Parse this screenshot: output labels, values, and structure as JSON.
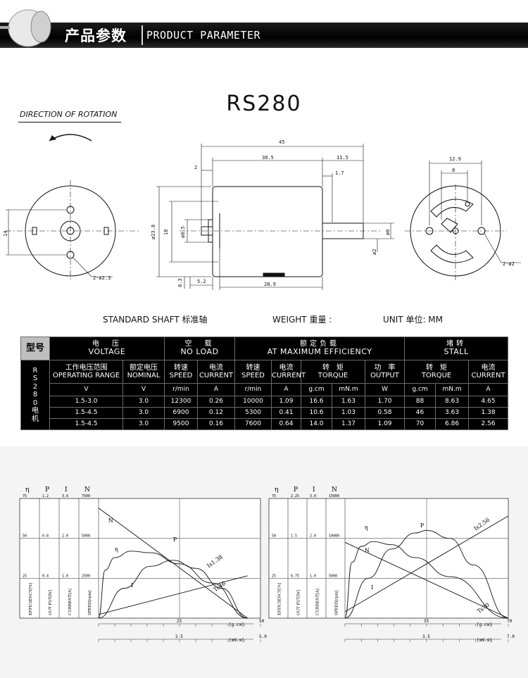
{
  "header": {
    "title_cn": "产品参数",
    "title_en": "PRODUCT PARAMETER"
  },
  "model": "RS280",
  "drawing": {
    "direction_label": "DIRECTION OF ROTATION",
    "dims": {
      "d45": "45",
      "d30_5": "30.5",
      "d11_5": "11.5",
      "d1_7": "1.7",
      "d2": "2",
      "d23_8": "ø23.8",
      "d18": "18",
      "d8_5": "ø8.5",
      "d6": "ø6",
      "d2b": "ø2",
      "d0_3": "0.3",
      "d5_2": "5.2",
      "d28_9": "28.9",
      "d14": "14",
      "d2_3": "2-ø2.3",
      "d12_9": "12.9",
      "d8": "8",
      "d2c": "2-ø2"
    }
  },
  "info": {
    "shaft": "STANDARD SHAFT 标准轴",
    "weight": "WEIGHT 重量 :",
    "unit": "UNIT 单位: MM"
  },
  "table": {
    "model_label": "型号",
    "model_vert": [
      "R",
      "S",
      "2",
      "8",
      "0",
      "电",
      "机"
    ],
    "groups": [
      {
        "cn": "电　压",
        "en": "VOLTAGE"
      },
      {
        "cn": "空　载",
        "en": "NO LOAD"
      },
      {
        "cn": "额定负载",
        "en": "AT MAXIMUM EFFICIENCY"
      },
      {
        "cn": "堵转",
        "en": "STALL"
      }
    ],
    "sub": [
      {
        "cn": "工作电压范围",
        "en": "OPERATING RANGE"
      },
      {
        "cn": "额定电压",
        "en": "NOMINAL"
      },
      {
        "cn": "转速",
        "en": "SPEED"
      },
      {
        "cn": "电流",
        "en": "CURRENT"
      },
      {
        "cn": "转速",
        "en": "SPEED"
      },
      {
        "cn": "电流",
        "en": "CURRENT"
      },
      {
        "cn": "转　矩",
        "en": "TORQUE"
      },
      {
        "cn": "功　率",
        "en": "OUTPUT"
      },
      {
        "cn": "转　矩",
        "en": "TORQUE"
      },
      {
        "cn": "电流",
        "en": "CURRENT"
      }
    ],
    "units": [
      "V",
      "V",
      "r/min",
      "A",
      "r/min",
      "A",
      "g.cm",
      "mN.m",
      "W",
      "g.cm",
      "mN.m",
      "A"
    ],
    "rows": [
      [
        "1.5-3.0",
        "3.0",
        "12300",
        "0.26",
        "10000",
        "1.09",
        "16.6",
        "1.63",
        "1.70",
        "88",
        "8.63",
        "4.65"
      ],
      [
        "1.5-4.5",
        "3.0",
        "6900",
        "0.12",
        "5300",
        "0.41",
        "10.6",
        "1.03",
        "0.58",
        "46",
        "3.63",
        "1.38"
      ],
      [
        "1.5-4.5",
        "3.0",
        "9500",
        "0.16",
        "7600",
        "0.64",
        "14.0",
        "1.37",
        "1.09",
        "70",
        "6.86",
        "2.56"
      ]
    ]
  },
  "chart_data": [
    {
      "type": "line",
      "axis_titles": [
        "η",
        "P",
        "I",
        "N"
      ],
      "left_ticks": {
        "eta": [
          "75",
          "50",
          "25"
        ],
        "p": [
          "1.2",
          "0.8",
          "0.4"
        ],
        "i": [
          "3.9",
          "2.0",
          "1.0"
        ],
        "n": [
          "7500",
          "5000",
          "2500"
        ]
      },
      "vertical_labels": [
        "EFFICIENCY[%]",
        "OUT PUT[W]",
        "CURRENT[A]",
        "SPEED[rpm]"
      ],
      "x_gcm_ticks": [
        "25",
        "50"
      ],
      "x_gcm_unit": "[g.cm]",
      "x_mnm_ticks": [
        "2.5",
        "5.0"
      ],
      "x_mnm_unit": "[mN.m]",
      "xlim_gcm": [
        0,
        50
      ],
      "ylim_n": [
        0,
        7500
      ],
      "curve_labels": [
        "N",
        "P",
        "η",
        "I",
        "Is1.38",
        "Ts46"
      ],
      "series": [
        {
          "name": "N",
          "x": [
            0,
            46
          ],
          "y": [
            6900,
            0
          ]
        },
        {
          "name": "I",
          "x": [
            0,
            46
          ],
          "y": [
            0.12,
            1.38
          ]
        },
        {
          "name": "P",
          "x": [
            0,
            8,
            16,
            23,
            30,
            38,
            46
          ],
          "y": [
            0,
            0.3,
            0.52,
            0.58,
            0.5,
            0.3,
            0
          ]
        },
        {
          "name": "η",
          "x": [
            0,
            2,
            5,
            10,
            16,
            25,
            35,
            46
          ],
          "y": [
            0,
            30,
            38,
            42,
            41,
            34,
            22,
            0
          ]
        }
      ]
    },
    {
      "type": "line",
      "axis_titles": [
        "η",
        "P",
        "I",
        "N"
      ],
      "left_ticks": {
        "eta": [
          "75",
          "50",
          "25"
        ],
        "p": [
          "2.25",
          "1.5",
          "0.75"
        ],
        "i": [
          "3.0",
          "2.0",
          "1.0"
        ],
        "n": [
          "15000",
          "10000",
          "5000"
        ]
      },
      "vertical_labels": [
        "EFFICIENCY[%]",
        "OUT PUT[W]",
        "CURRENT[A]",
        "SPEED[rpm]"
      ],
      "x_gcm_ticks": [
        "35",
        "70"
      ],
      "x_gcm_unit": "[g.cm]",
      "x_mnm_ticks": [
        "3.5",
        "7.0"
      ],
      "x_mnm_unit": "[mN.m]",
      "xlim_gcm": [
        0,
        70
      ],
      "ylim_n": [
        0,
        15000
      ],
      "curve_labels": [
        "η",
        "P",
        "N",
        "I",
        "Is2.56",
        "Ts70"
      ],
      "series": [
        {
          "name": "N",
          "x": [
            0,
            70
          ],
          "y": [
            9500,
            0
          ]
        },
        {
          "name": "I",
          "x": [
            0,
            70
          ],
          "y": [
            0.16,
            2.56
          ]
        },
        {
          "name": "P",
          "x": [
            0,
            10,
            20,
            30,
            35,
            45,
            55,
            70
          ],
          "y": [
            0,
            0.75,
            1.3,
            1.6,
            1.65,
            1.5,
            1.0,
            0
          ]
        },
        {
          "name": "η",
          "x": [
            0,
            3,
            7,
            12,
            20,
            30,
            45,
            70
          ],
          "y": [
            0,
            35,
            45,
            48,
            46,
            38,
            26,
            0
          ]
        }
      ]
    }
  ]
}
